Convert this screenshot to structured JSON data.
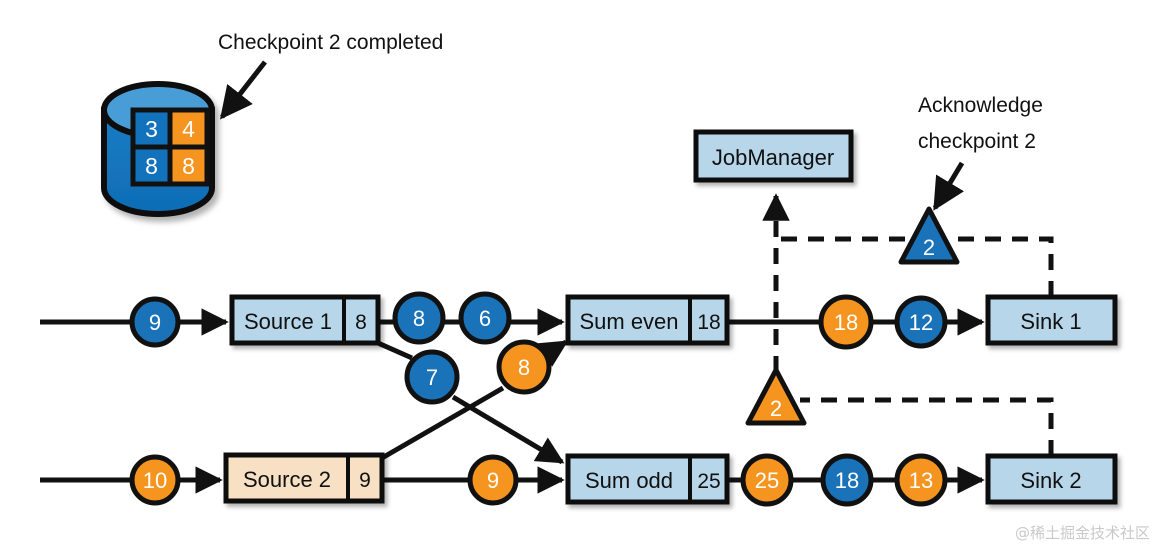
{
  "diagram": {
    "title_annotations": [
      {
        "id": "checkpoint-completed",
        "text": "Checkpoint 2 completed"
      },
      {
        "id": "acknowledge-checkpoint",
        "line1": "Acknowledge",
        "line2": "checkpoint 2"
      }
    ],
    "colors": {
      "blue_node": "#1a72b8",
      "orange_node": "#f5941f",
      "light_blue_box": "#b7d6ea",
      "peach_box": "#f7e0c3",
      "db_body": "#1272bb",
      "db_top": "#4a9dd6",
      "stroke": "#111111",
      "watermark": "#c9c9c9"
    },
    "storage": {
      "name": "checkpoint-storage",
      "cells": [
        {
          "value": "3",
          "color": "blue"
        },
        {
          "value": "4",
          "color": "orange"
        },
        {
          "value": "8",
          "color": "blue"
        },
        {
          "value": "8",
          "color": "orange"
        }
      ]
    },
    "job_manager": {
      "label": "JobManager"
    },
    "operators": [
      {
        "id": "source-1",
        "label": "Source 1",
        "state": "8",
        "style": "light-blue"
      },
      {
        "id": "source-2",
        "label": "Source 2",
        "state": "9",
        "style": "peach"
      },
      {
        "id": "sum-even",
        "label": "Sum even",
        "state": "18",
        "style": "light-blue"
      },
      {
        "id": "sum-odd",
        "label": "Sum odd",
        "state": "25",
        "style": "light-blue"
      },
      {
        "id": "sink-1",
        "label": "Sink 1",
        "style": "light-blue"
      },
      {
        "id": "sink-2",
        "label": "Sink 2",
        "style": "light-blue"
      }
    ],
    "records": [
      {
        "id": "rec-in-top",
        "value": "9",
        "color": "blue"
      },
      {
        "id": "rec-in-bottom",
        "value": "10",
        "color": "orange"
      },
      {
        "id": "rec-s1-even-a",
        "value": "8",
        "color": "blue"
      },
      {
        "id": "rec-s1-even-b",
        "value": "6",
        "color": "blue"
      },
      {
        "id": "rec-s1-odd",
        "value": "7",
        "color": "blue"
      },
      {
        "id": "rec-s2-even",
        "value": "8",
        "color": "orange"
      },
      {
        "id": "rec-s2-odd",
        "value": "9",
        "color": "orange"
      },
      {
        "id": "rec-even-out-a",
        "value": "18",
        "color": "orange"
      },
      {
        "id": "rec-even-out-b",
        "value": "12",
        "color": "blue"
      },
      {
        "id": "rec-odd-out-a",
        "value": "25",
        "color": "orange"
      },
      {
        "id": "rec-odd-out-b",
        "value": "18",
        "color": "blue"
      },
      {
        "id": "rec-odd-out-c",
        "value": "13",
        "color": "orange"
      }
    ],
    "barriers": [
      {
        "id": "barrier-blue",
        "value": "2",
        "color": "blue"
      },
      {
        "id": "barrier-orange",
        "value": "2",
        "color": "orange"
      }
    ],
    "watermark": "@稀土掘金技术社区"
  }
}
